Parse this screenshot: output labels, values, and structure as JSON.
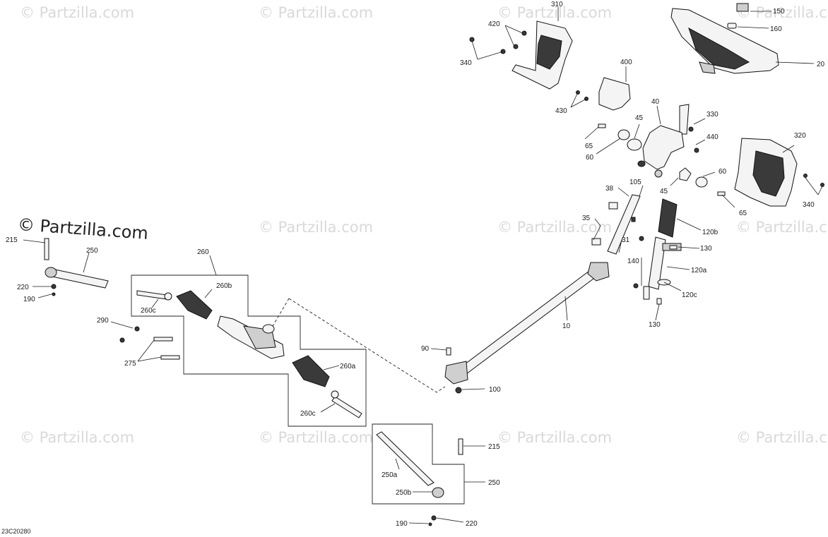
{
  "watermark": "© Partzilla.com",
  "logo": "© Partzilla.com",
  "diagram_code": "23C20280",
  "callouts": {
    "c310": "310",
    "c420": "420",
    "c340a": "340",
    "c150": "150",
    "c160": "160",
    "c20": "20",
    "c400": "400",
    "c430": "430",
    "c40": "40",
    "c330": "330",
    "c45a": "45",
    "c440": "440",
    "c65a": "65",
    "c60a": "60",
    "c320": "320",
    "c105": "105",
    "c38": "38",
    "c60b": "60",
    "c45b": "45",
    "c340b": "340",
    "c65b": "65",
    "c35": "35",
    "c120b": "120b",
    "c31": "31",
    "c130a": "130",
    "c140": "140",
    "c120a": "120a",
    "c120c": "120c",
    "c130b": "130",
    "c10": "10",
    "c215a": "215",
    "c250a": "250",
    "c220a": "220",
    "c190a": "190",
    "c260": "260",
    "c260b": "260b",
    "c260c_a": "260c",
    "c290": "290",
    "c275": "275",
    "c90": "90",
    "c260a": "260a",
    "c100": "100",
    "c260c_b": "260c",
    "c215b": "215",
    "c250b": "250",
    "c250a_sub": "250a",
    "c250b_sub": "250b",
    "c190b": "190",
    "c220b": "220"
  }
}
